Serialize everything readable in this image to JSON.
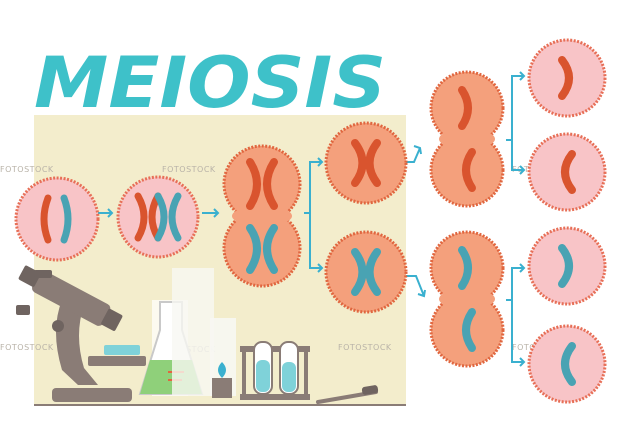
{
  "title": "MEIOSIS",
  "watermark": "FOTOSTOCK",
  "colors": {
    "title": "#3ec1c9",
    "backdrop": "#f3edcc",
    "cell_fill": "#f4a07c",
    "cell_border": "#e0663f",
    "cell_light_fill": "#f8c4c7",
    "cell_light_border": "#e76f57",
    "chromosome_red": "#d9542e",
    "chromosome_teal": "#49a3b3",
    "arrow": "#3ab0cf",
    "equipment_gray": "#8a7c76",
    "liquid_green": "#8fd07a",
    "liquid_teal": "#7fd2d9"
  },
  "stages": [
    "parent-cell",
    "replicated-cell",
    "dividing-cell",
    "daughter-cells",
    "second-division",
    "gamete-cells"
  ],
  "icons": [
    "microscope-icon",
    "flask-icon",
    "beaker-icon",
    "test-tube-rack-icon",
    "burner-icon",
    "dropper-icon"
  ]
}
